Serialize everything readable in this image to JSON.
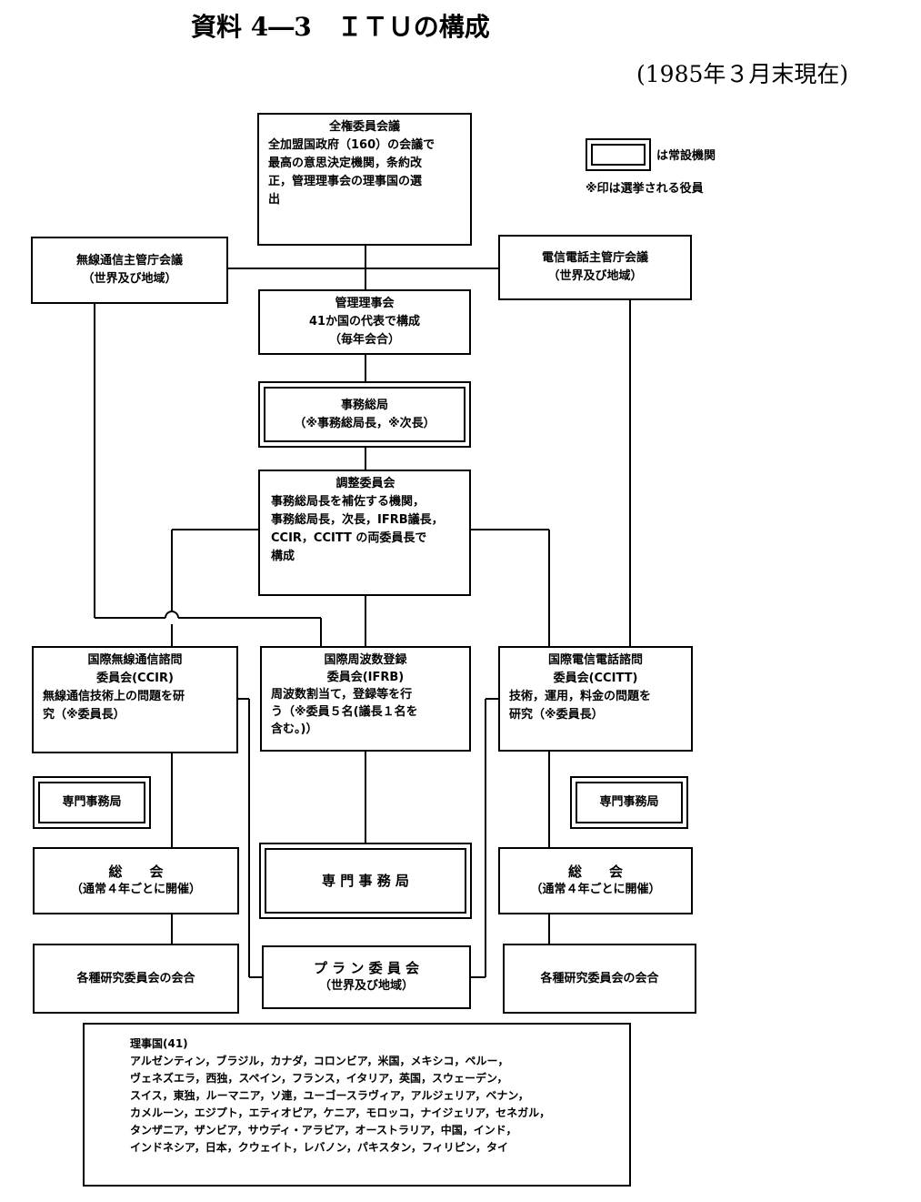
{
  "header": {
    "title": "資料 4―3　ＩＴＵの構成",
    "date": "(1985年３月末現在)"
  },
  "legend": {
    "permanent_label": "は常設機関",
    "elected_note": "※印は選挙される役員"
  },
  "plenipotentiary": {
    "name": "全権委員会議",
    "lines": [
      "全加盟国政府（160）の会議で",
      "最高の意思決定機関，条約改",
      "正，管理理事会の理事国の選",
      "出"
    ]
  },
  "radio_admin_conf": {
    "name": "無線通信主管庁会議",
    "sub": "（世界及び地域）"
  },
  "telegraph_admin_conf": {
    "name": "電信電話主管庁会議",
    "sub": "（世界及び地域）"
  },
  "admin_council": {
    "lines": [
      "管理理事会",
      "41か国の代表で構成",
      "（毎年会合）"
    ]
  },
  "general_secretariat": {
    "name": "事務総局",
    "sub": "（※事務総局長，※次長）"
  },
  "coordination": {
    "name": "調整委員会",
    "lines": [
      "事務総局長を補佐する機関，",
      "事務総局長，次長，IFRB議長，",
      "CCIR，CCITT の両委員長で",
      "構成"
    ]
  },
  "ccir": {
    "lines": [
      "国際無線通信諮問",
      "委員会(CCIR)",
      "無線通信技術上の問題を研",
      "究（※委員長）"
    ]
  },
  "ifrb": {
    "lines": [
      "国際周波数登録",
      "委員会(IFRB)",
      "周波数割当て，登録等を行",
      "う（※委員５名(議長１名を",
      "含む。)）"
    ]
  },
  "ccitt": {
    "lines": [
      "国際電信電話諮問",
      "委員会(CCITT)",
      "技術，運用，料金の問題を",
      "研究（※委員長）"
    ]
  },
  "specialized_secretariat_label": "専門事務局",
  "specialized_secretariat_spaced": "専 門 事 務 局",
  "plenary": {
    "name": "総　　会",
    "sub": "（通常４年ごとに開催）"
  },
  "study_groups": "各種研究委員会の会合",
  "plan_committee": {
    "name": "プ ラ ン 委 員 会",
    "sub": "（世界及び地域）"
  },
  "members": {
    "heading": "理事国(41)",
    "lines": [
      "アルゼンティン，ブラジル，カナダ，コロンビア，米国，メキシコ，ペルー，",
      "ヴェネズエラ，西独，スペイン，フランス，イタリア，英国，スウェーデン，",
      "スイス，東独，ルーマニア，ソ連，ユーゴースラヴィア，アルジェリア，ベナン，",
      "カメルーン，エジプト，エティオピア，ケニア，モロッコ，ナイジェリア，セネガル，",
      "タンザニア，ザンビア，サウディ・アラビア，オーストラリア，中国，インド，",
      "インドネシア，日本，クウェイト，レバノン，パキスタン，フィリピン，タイ"
    ]
  }
}
